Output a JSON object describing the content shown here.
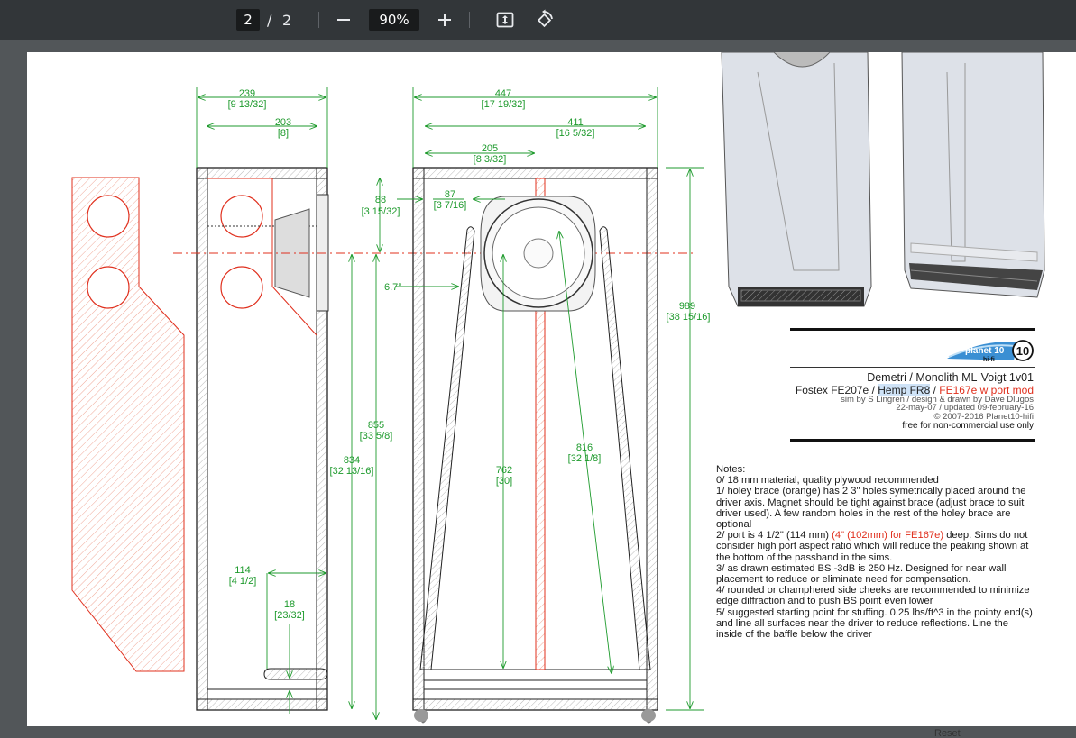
{
  "toolbar": {
    "current_page": "2",
    "page_separator": "/",
    "total_pages": "2",
    "zoom_out_icon": "minus-icon",
    "zoom_level": "90%",
    "zoom_in_icon": "plus-icon",
    "fit_icon": "fit-to-page-icon",
    "rotate_icon": "rotate-icon"
  },
  "colors": {
    "toolbar_bg": "#323639",
    "viewer_bg": "#525659",
    "dimension_green": "#1d9a2c",
    "brace_red": "#e0301e"
  },
  "dimensions": {
    "d239": "239",
    "d239_in": "[9 13/32]",
    "d203": "203",
    "d203_in": "[8]",
    "d447": "447",
    "d447_in": "[17 19/32]",
    "d411": "411",
    "d411_in": "[16 5/32]",
    "d205": "205",
    "d205_in": "[8 3/32]",
    "d88": "88",
    "d88_in": "[3 15/32]",
    "d87": "87",
    "d87_in": "[3 7/16]",
    "angle": "6.7°",
    "d989": "989",
    "d989_in": "[38 15/16]",
    "d855": "855",
    "d855_in": "[33 5/8]",
    "d834": "834",
    "d834_in": "[32 13/16]",
    "d816": "816",
    "d816_in": "[32 1/8]",
    "d762": "762",
    "d762_in": "[30]",
    "d114": "114",
    "d114_in": "[4 1/2]",
    "d18": "18",
    "d18_in": "[23/32]"
  },
  "logo": {
    "text": "planet 10",
    "sub": "hi-fi"
  },
  "title": {
    "main": "Demetri / Monolith ML-Voigt 1v01",
    "drivers_a": "Fostex FE207e / ",
    "drivers_hl": "Hemp FR8",
    "drivers_b": " / ",
    "drivers_red": "FE167e w port mod",
    "credits": "sim by S Lingren / design & drawn by Dave Dlugos",
    "dates": "22-may-07 / updated 09-february-16",
    "copyright": "© 2007-2016 Planet10-hifi",
    "license": "free for non-commercial use only"
  },
  "notes": {
    "heading": "Notes:",
    "n0": "0/ 18 mm material, quality plywood recommended",
    "n1": "1/ holey brace (orange) has 2 3\" holes symetrically placed around the driver axis. Magnet should be tight against brace (adjust brace to suit driver used). A few random holes in the rest of the holey brace are optional",
    "n2a": "2/ port is 4 1/2\" (114 mm) ",
    "n2red": "(4\" (102mm) for FE167e)",
    "n2b": " deep. Sims do not consider high port aspect ratio which will reduce the peaking shown at the bottom of the passband in the sims.",
    "n3": "3/ as drawn estimated BS -3dB is 250 Hz. Designed for near wall placement to reduce or eliminate need for compensation.",
    "n4": "4/ rounded or champhered side cheeks are recommended to minimize edge diffraction and to push BS point even lower",
    "n5": "5/ suggested starting point for stuffing. 0.25 lbs/ft^3 in the pointy end(s) and line all surfaces near the driver to reduce reflections. Line the inside of the baffle below the driver"
  },
  "bottom": {
    "reset_label": "Reset"
  }
}
